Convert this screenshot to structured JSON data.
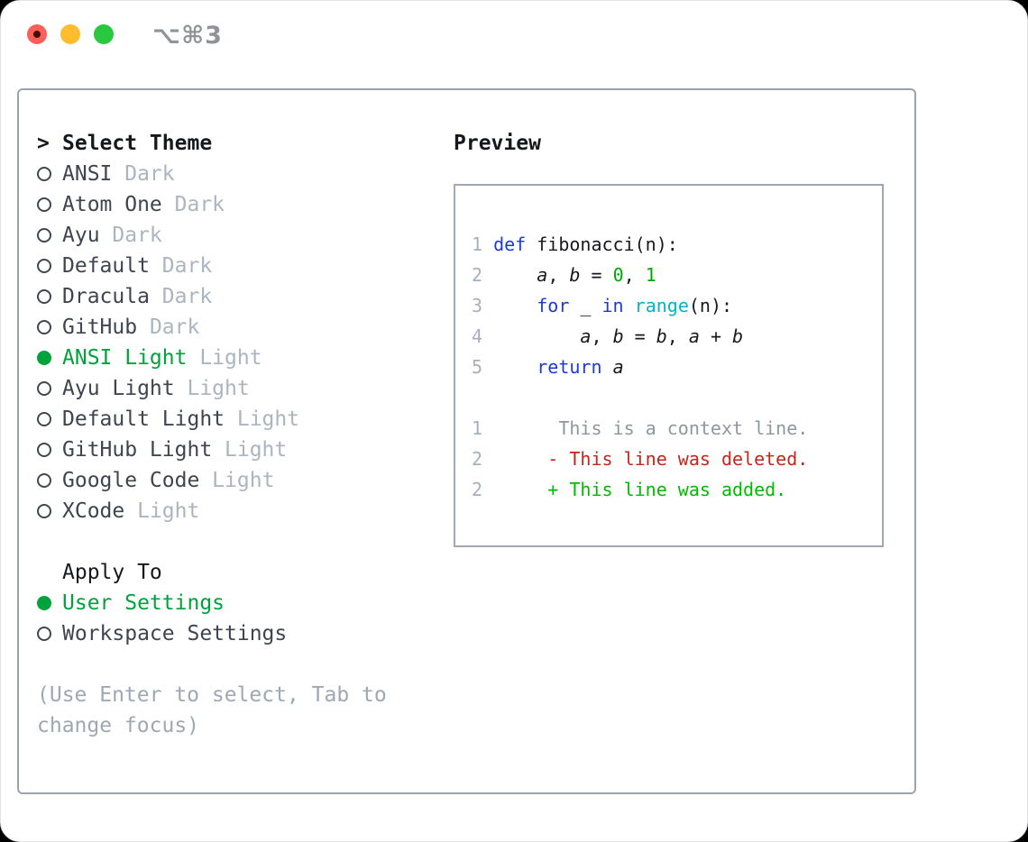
{
  "window": {
    "title": "⌥⌘3",
    "traffic_lights": [
      "close",
      "minimize",
      "zoom"
    ]
  },
  "theme_list": {
    "prefix": ">",
    "heading": "Select Theme",
    "items": [
      {
        "name": "ANSI",
        "tag": "Dark",
        "selected": false
      },
      {
        "name": "Atom One",
        "tag": "Dark",
        "selected": false
      },
      {
        "name": "Ayu",
        "tag": "Dark",
        "selected": false
      },
      {
        "name": "Default",
        "tag": "Dark",
        "selected": false
      },
      {
        "name": "Dracula",
        "tag": "Dark",
        "selected": false
      },
      {
        "name": "GitHub",
        "tag": "Dark",
        "selected": false
      },
      {
        "name": "ANSI Light",
        "tag": "Light",
        "selected": true
      },
      {
        "name": "Ayu Light",
        "tag": "Light",
        "selected": false
      },
      {
        "name": "Default Light",
        "tag": "Light",
        "selected": false
      },
      {
        "name": "GitHub Light",
        "tag": "Light",
        "selected": false
      },
      {
        "name": "Google Code",
        "tag": "Light",
        "selected": false
      },
      {
        "name": "XCode",
        "tag": "Light",
        "selected": false
      }
    ]
  },
  "apply_to": {
    "heading": "Apply To",
    "options": [
      {
        "label": "User Settings",
        "selected": true
      },
      {
        "label": "Workspace Settings",
        "selected": false
      }
    ]
  },
  "hint": "(Use Enter to select, Tab to change focus)",
  "preview": {
    "heading": "Preview",
    "code_lines": [
      {
        "num": "1",
        "tokens": [
          [
            "plain",
            " "
          ],
          [
            "kw",
            "def"
          ],
          [
            "plain",
            " fibonacci(n):"
          ]
        ]
      },
      {
        "num": "2",
        "tokens": [
          [
            "plain",
            "     "
          ],
          [
            "var",
            "a"
          ],
          [
            "plain",
            ", "
          ],
          [
            "var",
            "b"
          ],
          [
            "plain",
            " = "
          ],
          [
            "num",
            "0"
          ],
          [
            "plain",
            ", "
          ],
          [
            "num",
            "1"
          ]
        ]
      },
      {
        "num": "3",
        "tokens": [
          [
            "plain",
            "     "
          ],
          [
            "kw",
            "for"
          ],
          [
            "plain",
            " _ "
          ],
          [
            "kw",
            "in"
          ],
          [
            "plain",
            " "
          ],
          [
            "fn",
            "range"
          ],
          [
            "plain",
            "(n):"
          ]
        ]
      },
      {
        "num": "4",
        "tokens": [
          [
            "plain",
            "         "
          ],
          [
            "var",
            "a"
          ],
          [
            "plain",
            ", "
          ],
          [
            "var",
            "b"
          ],
          [
            "plain",
            " = "
          ],
          [
            "var",
            "b"
          ],
          [
            "plain",
            ", "
          ],
          [
            "var",
            "a"
          ],
          [
            "plain",
            " + "
          ],
          [
            "var",
            "b"
          ]
        ]
      },
      {
        "num": "5",
        "tokens": [
          [
            "plain",
            "     "
          ],
          [
            "kw",
            "return"
          ],
          [
            "plain",
            " "
          ],
          [
            "var",
            "a"
          ]
        ]
      }
    ],
    "diff_lines": [
      {
        "num": "1",
        "tokens": [
          [
            "ctx",
            "       This is a context line."
          ]
        ]
      },
      {
        "num": "2",
        "tokens": [
          [
            "del",
            "      - This line was deleted."
          ]
        ]
      },
      {
        "num": "2",
        "tokens": [
          [
            "add",
            "      + This line was added."
          ]
        ]
      }
    ]
  },
  "colors": {
    "accent_green": "#00a33b",
    "keyword_blue": "#1d3ccf",
    "builtin_cyan": "#00b5c8",
    "number_green": "#00a800",
    "deleted_red": "#c3261c",
    "added_green": "#00bb00",
    "muted_gray": "#abb5c0",
    "panel_border": "#9aa4af",
    "traffic_red": "#ff5f57",
    "traffic_yellow": "#febc2e",
    "traffic_green": "#28c840"
  }
}
